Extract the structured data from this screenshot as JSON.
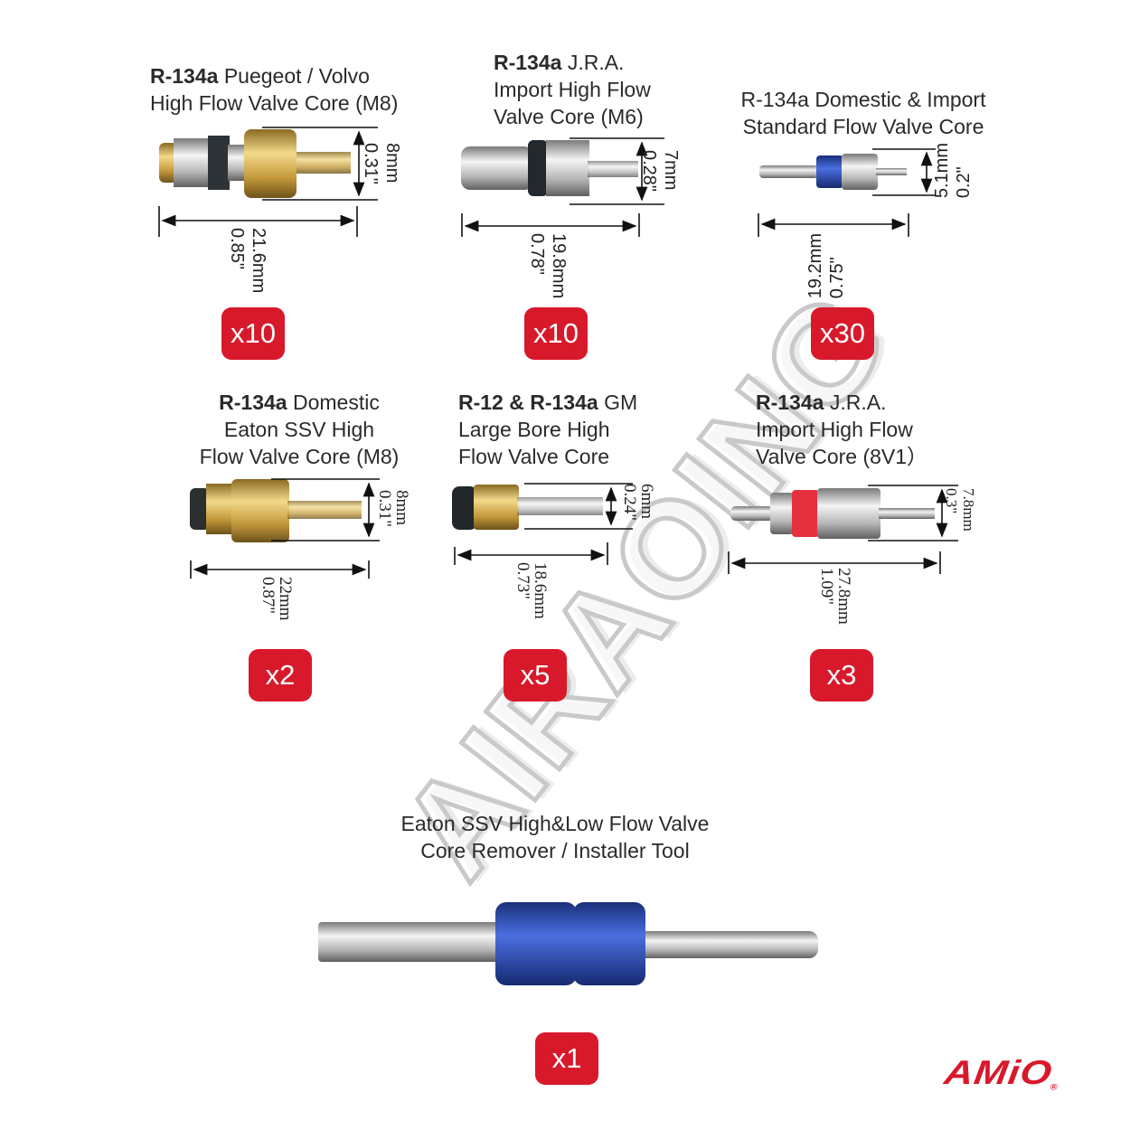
{
  "products": [
    {
      "title_bold": "R-134a",
      "title_rest": " Puegeot / Volvo",
      "title_line2": "High Flow Valve Core (M8)",
      "dia_mm": "8mm",
      "dia_in": "0.31\"",
      "len_mm": "21.6mm",
      "len_in": "0.85\"",
      "qty": "x10"
    },
    {
      "title_bold": "R-134a",
      "title_rest": " J.R.A.",
      "title_line2": "Import High Flow",
      "title_line3": "Valve Core (M6)",
      "dia_mm": "7mm",
      "dia_in": "0.28\"",
      "len_mm": "19.8mm",
      "len_in": "0.78\"",
      "qty": "x10"
    },
    {
      "title_line1": "R-134a Domestic & Import",
      "title_line2": "Standard Flow Valve Core",
      "dia_mm": "5.1mm",
      "dia_in": "0.2\"",
      "len_mm": "19.2mm",
      "len_in": "0.75\"",
      "qty": "x30"
    },
    {
      "title_bold": "R-134a",
      "title_rest": " Domestic",
      "title_line2": "Eaton SSV High",
      "title_line3": "Flow Valve Core (M8)",
      "dia_mm": "8mm",
      "dia_in": "0.31\"",
      "len_mm": "22mm",
      "len_in": "0.87\"",
      "qty": "x2"
    },
    {
      "title_bold": "R-12 & R-134a",
      "title_rest": " GM",
      "title_line2": "Large Bore High",
      "title_line3": "Flow Valve Core",
      "dia_mm": "6mm",
      "dia_in": "0.24\"",
      "len_mm": "18.6mm",
      "len_in": "0.73\"",
      "qty": "x5"
    },
    {
      "title_bold": "R-134a",
      "title_rest": " J.R.A.",
      "title_line2": "Import High Flow",
      "title_line3": "Valve Core (8V1）",
      "dia_mm": "7.8mm",
      "dia_in": "0.3\"",
      "len_mm": "27.8mm",
      "len_in": "1.09\"",
      "qty": "x3"
    }
  ],
  "tool": {
    "title_line1": "Eaton SSV High&Low Flow Valve",
    "title_line2": "Core Remover / Installer Tool",
    "qty": "x1"
  },
  "watermark": "AIRAOING",
  "brand": {
    "name": "AMiO",
    "mark": "®",
    "color": "#d8192b"
  },
  "colors": {
    "badge": "#d8192b",
    "brass": "#c9a448",
    "steel": "#c8c8c8",
    "blue": "#2a4fb8"
  }
}
